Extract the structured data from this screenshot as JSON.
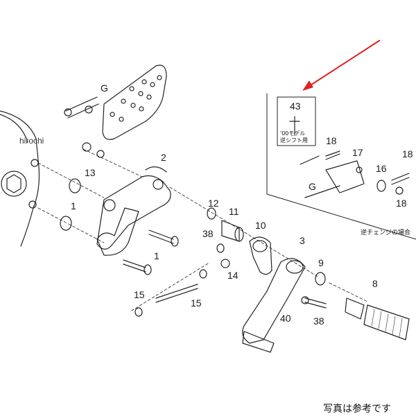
{
  "watermark": "hirochi",
  "footer_note": "写真は参考です",
  "arrow_color": "#e02020",
  "inset": {
    "part_number": "43",
    "box_line1": "'00モデル",
    "box_line2": "逆シフト用",
    "caption": "逆チェンジの場合"
  },
  "labels": {
    "g_top": "G",
    "p2": "2",
    "p13": "13",
    "p1a": "1",
    "p1b": "1",
    "p12": "12",
    "p11": "11",
    "p38a": "38",
    "p10": "10",
    "p3": "3",
    "p14": "14",
    "p9": "9",
    "p15a": "15",
    "p15b": "15",
    "p40": "40",
    "p38b": "38",
    "p8": "8",
    "p18a": "18",
    "p17": "17",
    "p16": "16",
    "p18b": "18",
    "p18c": "18",
    "g_inset": "G"
  }
}
